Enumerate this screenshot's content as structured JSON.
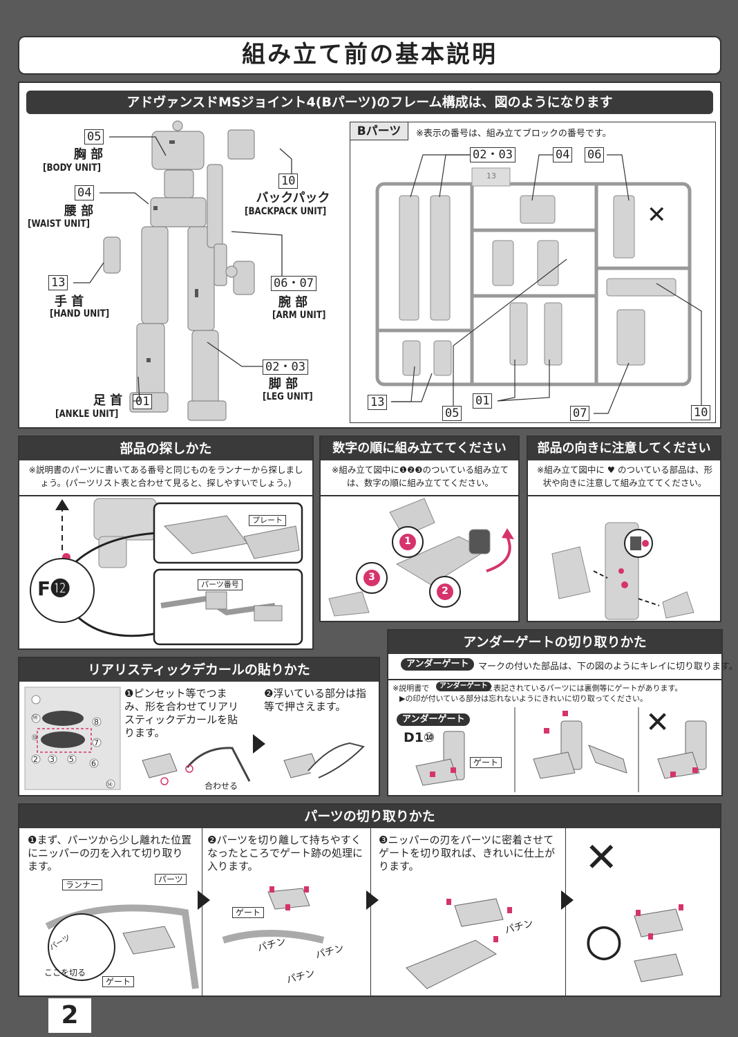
{
  "page": {
    "title": "組み立て前の基本説明",
    "page_number": "2"
  },
  "frame": {
    "header": "アドヴァンスドMSジョイント4(Bパーツ)のフレーム構成は、図のようになります",
    "labels": [
      {
        "num": "05",
        "jp": "胸 部",
        "en": "[BODY UNIT]"
      },
      {
        "num": "04",
        "jp": "腰 部",
        "en": "[WAIST UNIT]"
      },
      {
        "num": "13",
        "jp": "手 首",
        "en": "[HAND UNIT]"
      },
      {
        "num": "01",
        "jp": "足 首",
        "en": "[ANKLE UNIT]"
      },
      {
        "num": "10",
        "jp": "バックパック",
        "en": "[BACKPACK UNIT]"
      },
      {
        "num": "06・07",
        "jp": "腕 部",
        "en": "[ARM UNIT]"
      },
      {
        "num": "02・03",
        "jp": "脚 部",
        "en": "[LEG UNIT]"
      }
    ],
    "runner": {
      "tag": "Bパーツ",
      "note": "※表示の番号は、組み立てブロックの番号です。",
      "runner_mark": "13",
      "callouts": [
        "02・03",
        "04",
        "06",
        "13",
        "05",
        "01",
        "07",
        "10"
      ],
      "x_mark": "✕"
    }
  },
  "find_parts": {
    "header": "部品の探しかた",
    "note": "※説明書のパーツに書いてある番号と同じものをランナーから探しましょう。(パーツリスト表と合わせて見ると、探しやすいでしょう。)",
    "plate_tag": "プレート",
    "number_tag": "パーツ番号",
    "big_label": "F⓬"
  },
  "order": {
    "header": "数字の順に組み立ててください",
    "note": "※組み立て図中に❶❷❸のついている組み立ては、数字の順に組み立ててください。",
    "steps": [
      "1",
      "2",
      "3"
    ]
  },
  "direction": {
    "header": "部品の向きに注意してください",
    "note": "※組み立て図中に ♥ のついている部品は、形状や向きに注意して組み立ててください。"
  },
  "decal": {
    "header": "リアリスティックデカールの貼りかた",
    "step1": "❶ピンセット等でつまみ、形を合わせてリアリスティックデカールを貼ります。",
    "step2": "❷浮いている部分は指等で押さえます。",
    "align_tag": "合わせる",
    "sheet_nums": [
      "⑭",
      "⑬",
      "8",
      "7",
      "2",
      "3",
      "5",
      "6",
      "⑭"
    ]
  },
  "undergate": {
    "header": "アンダーゲートの切り取りかた",
    "pill": "アンダーゲート",
    "intro": "マークの付いた部品は、下の図のようにキレイに切り取ります。",
    "note_a": "※説明書で",
    "note_b": "と表記されているパーツには裏側等にゲートがあります。",
    "note_c": "▶の印が付いている部分は忘れないようにきれいに切り取ってください。",
    "part_label": "D1⑩",
    "gate_tag": "ゲート",
    "x_mark": "✕"
  },
  "cutting": {
    "header": "パーツの切り取りかた",
    "step1": "❶まず、パーツから少し離れた位置にニッパーの刃を入れて切り取ります。",
    "step2": "❷パーツを切り離して持ちやすくなったところでゲート跡の処理に入ります。",
    "step3": "❸ニッパーの刃をパーツに密着させてゲートを切り取れば、きれいに仕上がります。",
    "runner_tag": "ランナー",
    "parts_tag": "パーツ",
    "gate_tag": "ゲート",
    "cut_here": "ここを切る",
    "parts_small": "パーツ",
    "snap1": "パチン",
    "snap2": "パチン",
    "snap3": "パチン",
    "snap4": "パチン",
    "x_mark": "✕",
    "o_mark": "○"
  },
  "colors": {
    "dark": "#3a3a3a",
    "accent": "#d6336c",
    "bg": "#5a5a5a"
  }
}
